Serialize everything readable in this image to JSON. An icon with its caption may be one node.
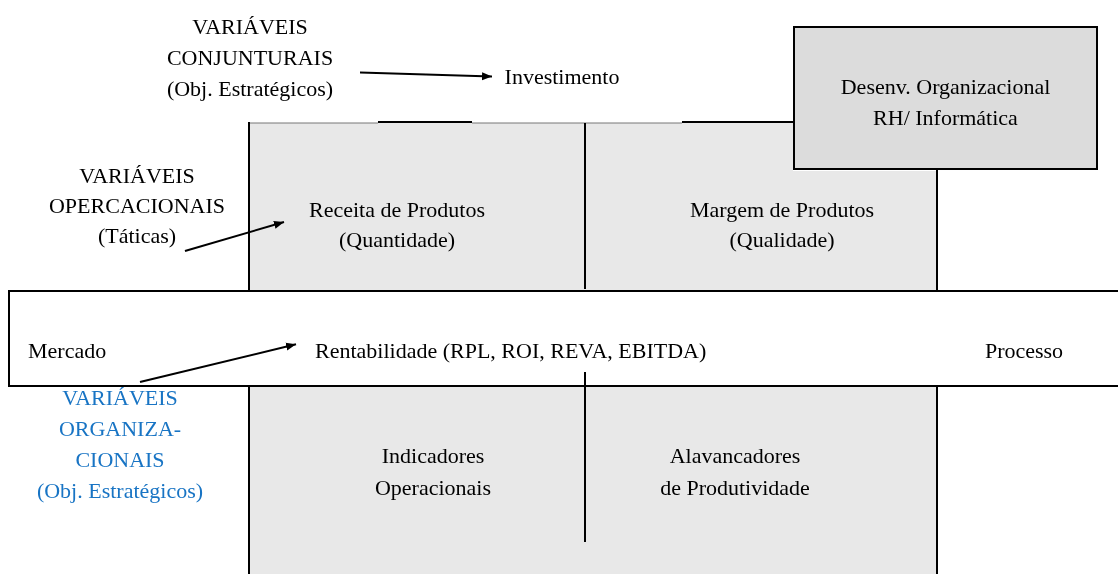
{
  "diagram": {
    "nodes": [
      {
        "text": [
          "VARIÁVEIS CONJUNTURAIS (Obj. Estratégicos)"
        ]
      },
      {
        "text": [
          "Investimento"
        ]
      },
      {
        "text": [
          "Desenv. Organizacional RH/ Informática"
        ]
      },
      {
        "text": [
          "VARIÁVEIS OPERCACIONAIS (Táticas)"
        ]
      },
      {
        "text": [
          "Receita de Produtos (Quantidade)"
        ]
      },
      {
        "text": [
          "Margem de Produtos (Qualidade)"
        ]
      },
      {
        "text": [
          "Indicadores Operacionais"
        ]
      },
      {
        "text": [
          "Alavancadores de Produtividade"
        ]
      },
      {
        "text": [],
        "shape": "box"
      },
      {
        "text": [
          "Mercado"
        ],
        "in": 8
      },
      {
        "text": [
          "Rentabilidade (RPL, ROI, REVA, EBITDA)"
        ],
        "in": 8
      },
      {
        "text": [
          "Processo"
        ],
        "in": 8
      },
      {
        "text": [
          "VARIÁVEIS ORGANIZA- CIONAIS (Obj. Estratégicos)"
        ]
      }
    ],
    "edges": [
      {
        "from": 0,
        "to": 1,
        "arrow": "to"
      },
      {
        "from": 3,
        "to": 4,
        "arrow": "to"
      },
      {
        "from": 12,
        "to": 10,
        "arrow": "to"
      }
    ]
  }
}
